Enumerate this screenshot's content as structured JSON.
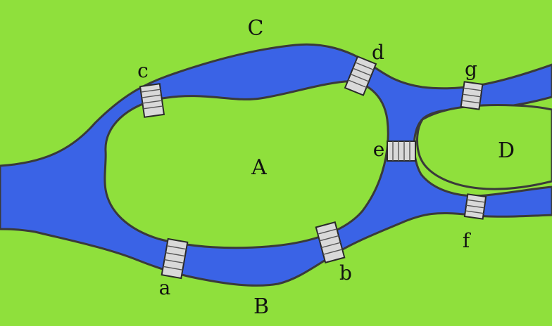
{
  "colors": {
    "land": "#8fe03c",
    "water": "#3a63e6",
    "shore": "#3a3a3a",
    "bridge": "#d9d9d9"
  },
  "regions": {
    "A": "A",
    "B": "B",
    "C": "C",
    "D": "D"
  },
  "bridges": {
    "a": "a",
    "b": "b",
    "c": "c",
    "d": "d",
    "e": "e",
    "f": "f",
    "g": "g"
  }
}
